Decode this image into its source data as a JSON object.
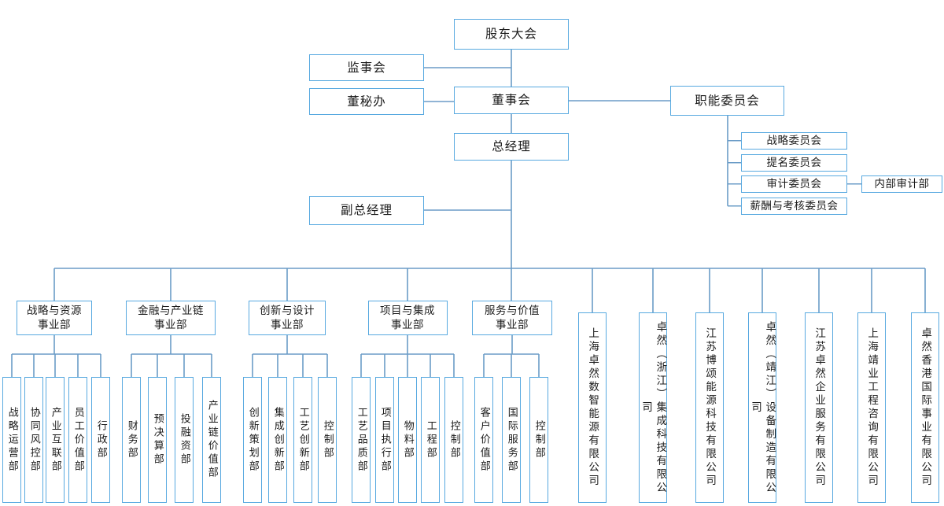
{
  "colors": {
    "line": "#6b9cc7",
    "border": "#58a9e0",
    "text": "#1b1b1b",
    "background": "#ffffff"
  },
  "chart": {
    "type": "org-chart",
    "top_nodes": {
      "shareholders_meeting": "股东大会",
      "supervisory_board": "监事会",
      "board_secretary_office": "董秘办",
      "board_of_directors": "董事会",
      "functional_committee": "职能委员会",
      "general_manager": "总经理",
      "deputy_general_manager": "副总经理",
      "internal_audit_dept": "内部审计部"
    },
    "committees": [
      "战略委员会",
      "提名委员会",
      "审计委员会",
      "薪酬与考核委员会"
    ],
    "divisions": [
      {
        "label": "战略与资源\n事业部",
        "departments": [
          "战略运营部",
          "协同风控部",
          "产业互联部",
          "员工价值部",
          "行政部"
        ]
      },
      {
        "label": "金融与产业链\n事业部",
        "departments": [
          "财务部",
          "预决算部",
          "投融资部",
          "产业链价值部"
        ]
      },
      {
        "label": "创新与设计\n事业部",
        "departments": [
          "创新策划部",
          "集成创新部",
          "工艺创新部",
          "控制部"
        ]
      },
      {
        "label": "项目与集成\n事业部",
        "departments": [
          "工艺品质部",
          "项目执行部",
          "物料部",
          "工程部",
          "控制部"
        ]
      },
      {
        "label": "服务与价值\n事业部",
        "departments": [
          "客户价值部",
          "国际服务部",
          "控制部"
        ]
      }
    ],
    "subsidiaries": [
      "上海卓然数智能源有限公司",
      "卓然（浙江）集成科技有限公司",
      "江苏博颂能源科技有限公司",
      "卓然（靖江）设备制造有限公司",
      "江苏卓然企业服务有限公司",
      "上海靖业工程咨询有限公司",
      "卓然香港国际事业有限公司"
    ]
  }
}
